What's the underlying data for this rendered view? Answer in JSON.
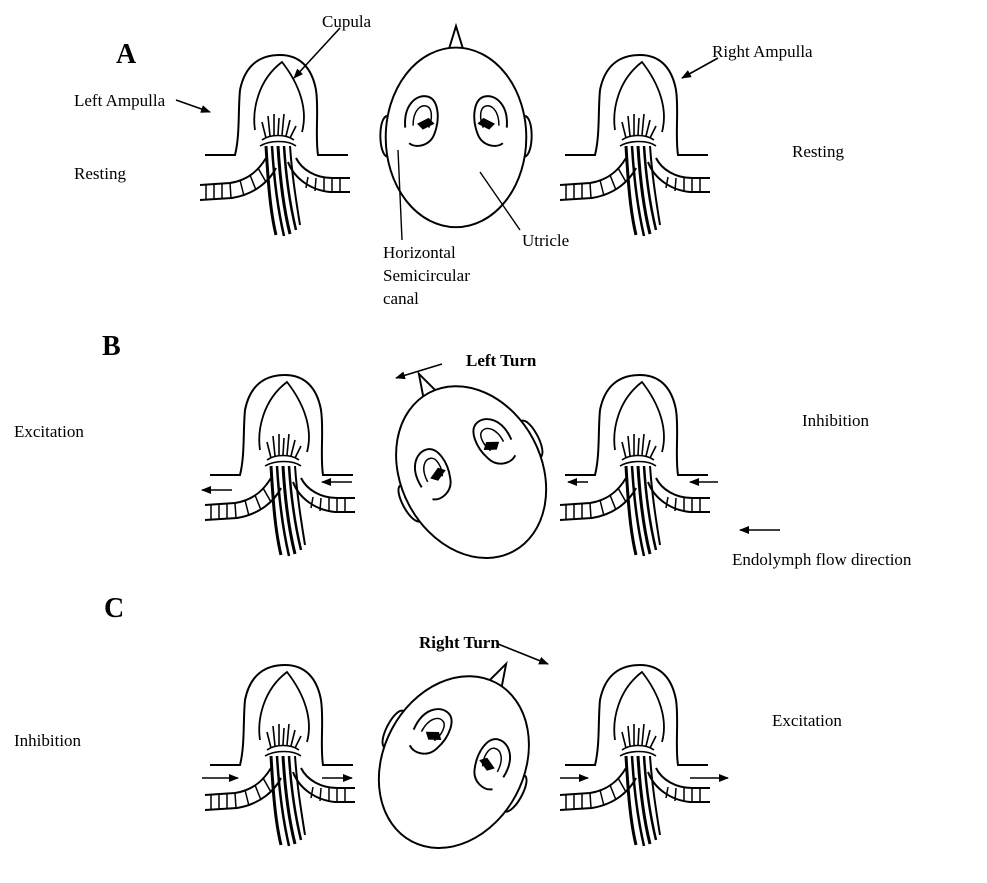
{
  "panels": {
    "a": "A",
    "b": "B",
    "c": "C"
  },
  "labels": {
    "cupula": "Cupula",
    "left_ampulla": "Left Ampulla",
    "right_ampulla": "Right Ampulla",
    "resting_left": "Resting",
    "resting_right": "Resting",
    "horizontal_1": "Horizontal",
    "horizontal_2": "Semicircular",
    "horizontal_3": "canal",
    "utricle": "Utricle",
    "left_turn": "Left Turn",
    "right_turn": "Right Turn",
    "b_left_state": "Excitation",
    "b_right_state": "Inhibition",
    "c_left_state": "Inhibition",
    "c_right_state": "Excitation",
    "endolymph": "Endolymph flow direction"
  },
  "colors": {
    "ink": "#000000",
    "paper": "#ffffff"
  }
}
